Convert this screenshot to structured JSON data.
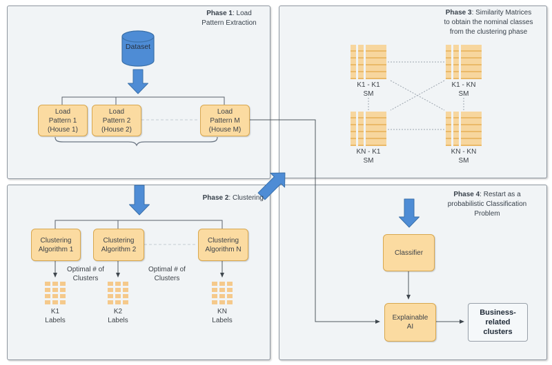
{
  "colors": {
    "accent_blue": "#4e8cd5",
    "blue_border": "#3a70a9",
    "box_fill": "#fbdba1",
    "box_border": "#d8a74e",
    "panel_bg": "#f1f4f6",
    "panel_border": "#8d959e",
    "connector_line": "#4f575e",
    "dotted_line": "#9aa3ad",
    "text": "#38414b"
  },
  "phase1": {
    "title_bold": "Phase 1",
    "title_rest": ": Load\nPattern Extraction",
    "dataset_label": "Dataset",
    "boxes": [
      "Load\nPattern 1\n(House 1)",
      "Load\nPattern 2\n(House 2)",
      "Load\nPattern M\n(House M)"
    ]
  },
  "phase2": {
    "title_bold": "Phase 2",
    "title_rest": ": Clustering",
    "boxes": [
      "Clustering\nAlgorithm 1",
      "Clustering\nAlgorithm 2",
      "Clustering\nAlgorithm N"
    ],
    "optimal_labels": [
      "Optimal # of\nClusters",
      "Optimal # of\nClusters"
    ],
    "cluster_labels": [
      "K1\nLabels",
      "K2\nLabels",
      "KN\nLabels"
    ]
  },
  "phase3": {
    "title_bold": "Phase 3",
    "title_rest": ": Similarity Matrices\nto obtain the nominal classes\nfrom the clustering phase",
    "matrix_labels": [
      "K1 - K1\nSM",
      "K1 - KN\nSM",
      "KN - K1\nSM",
      "KN - KN\nSM"
    ]
  },
  "phase4": {
    "title_bold": "Phase 4",
    "title_rest": ": Restart as a\nprobabilistic Classification\nProblem",
    "classifier_label": "Classifier",
    "xai_label": "Explainable\nAI",
    "business_label": "Business-related\nclusters"
  }
}
